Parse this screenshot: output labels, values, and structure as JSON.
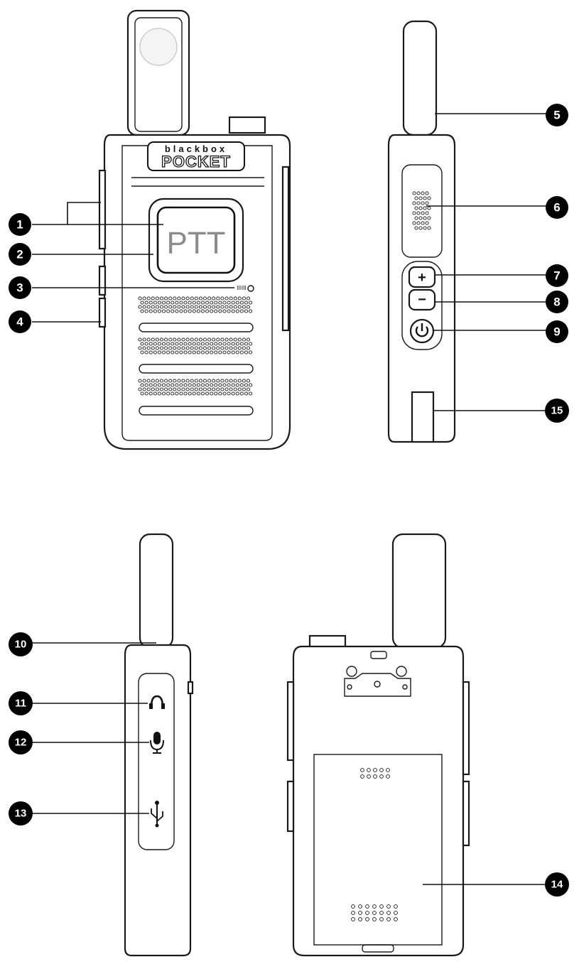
{
  "brand": {
    "top": "blackbox",
    "bottom": "POCKET"
  },
  "ptt_label": "PTT",
  "small_mark": "IIIIII",
  "callouts": [
    {
      "num": "1",
      "name": "ptt-button"
    },
    {
      "num": "2",
      "name": "display"
    },
    {
      "num": "3",
      "name": "indicator-light"
    },
    {
      "num": "4",
      "name": "speaker"
    },
    {
      "num": "5",
      "name": "antenna"
    },
    {
      "num": "6",
      "name": "microphone"
    },
    {
      "num": "7",
      "name": "volume-up-button"
    },
    {
      "num": "8",
      "name": "volume-down-button"
    },
    {
      "num": "9",
      "name": "power-button"
    },
    {
      "num": "10",
      "name": "lanyard-hole"
    },
    {
      "num": "11",
      "name": "headphone-jack"
    },
    {
      "num": "12",
      "name": "microphone-jack"
    },
    {
      "num": "13",
      "name": "usb-port"
    },
    {
      "num": "14",
      "name": "battery-cover"
    },
    {
      "num": "15",
      "name": "belt-clip"
    }
  ],
  "side_buttons": {
    "plus": "+",
    "minus": "−"
  }
}
